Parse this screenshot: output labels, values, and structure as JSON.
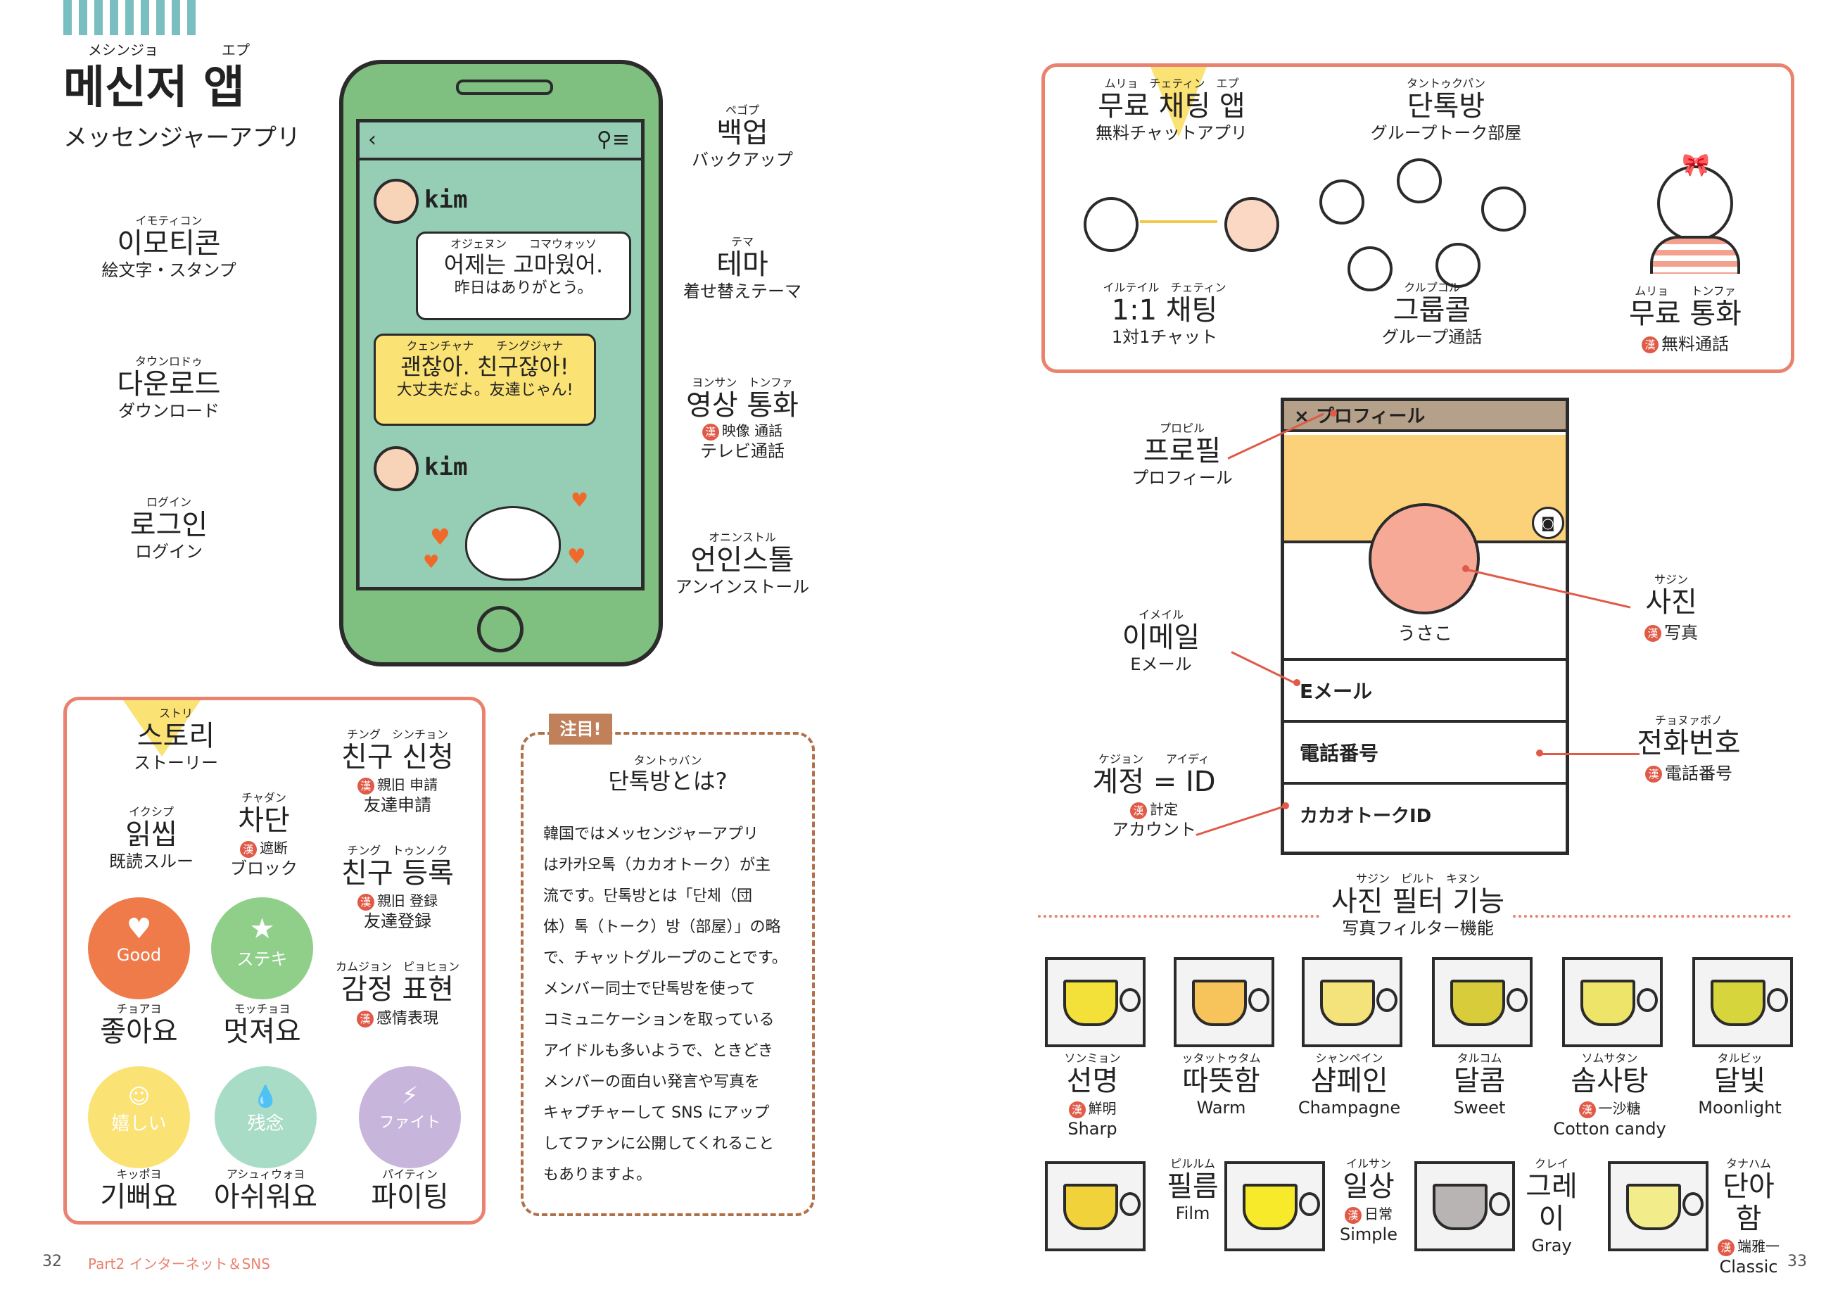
{
  "left_page": {
    "stripes": "||||||||",
    "title": {
      "ruby1": "メシンジョ",
      "ruby2": "エプ",
      "korean": "메신저 앱",
      "japanese": "メッセンジャーアプリ"
    },
    "left_terms": [
      {
        "ruby": "イモティコン",
        "korean": "이모티콘",
        "japanese": "絵文字・スタンプ"
      },
      {
        "ruby": "タウンロドゥ",
        "korean": "다운로드",
        "japanese": "ダウンロード"
      },
      {
        "ruby": "ログイン",
        "korean": "로그인",
        "japanese": "ログイン"
      }
    ],
    "right_terms": [
      {
        "ruby": "ペゴプ",
        "korean": "백업",
        "japanese": "バックアップ"
      },
      {
        "ruby": "テマ",
        "korean": "테마",
        "japanese": "着せ替えテーマ"
      },
      {
        "ruby": "ヨンサン　トンファ",
        "korean": "영상 통화",
        "kanji": "映像 通話",
        "japanese": "テレビ通話"
      },
      {
        "ruby": "オニンストル",
        "korean": "언인스톨",
        "japanese": "アンインストール"
      }
    ],
    "phone": {
      "user1": "kim",
      "user2": "kim",
      "msg1": {
        "ruby": "オジェヌン　　コマウォッソ",
        "korean": "어제는 고마웠어.",
        "japanese": "昨日はありがとう。"
      },
      "msg2": {
        "ruby": "クェンチャナ　　チングジャナ",
        "korean": "괜찮아. 친구잖아!",
        "japanese": "大丈夫だよ。友達じゃん!"
      }
    },
    "story_box": {
      "story": {
        "ruby": "ストリ",
        "korean": "스토리",
        "japanese": "ストーリー"
      },
      "items": [
        {
          "ruby": "チング　シンチョン",
          "korean": "친구 신청",
          "kanji": "親旧 申請",
          "japanese": "友達申請"
        },
        {
          "ruby": "イクシプ",
          "korean": "읽씹",
          "japanese": "既読スルー"
        },
        {
          "ruby": "チャダン",
          "korean": "차단",
          "kanji": "遮断",
          "japanese": "ブロック"
        },
        {
          "ruby": "チング　トゥンノク",
          "korean": "친구 등록",
          "kanji": "親旧 登録",
          "japanese": "友達登録"
        },
        {
          "ruby": "カムジョン　ピョヒョン",
          "korean": "감정 표현",
          "kanji": "感情表現"
        },
        {
          "ruby": "チョアヨ",
          "korean": "좋아요",
          "badge": "Good"
        },
        {
          "ruby": "モッチョヨ",
          "korean": "멋져요",
          "badge": "ステキ"
        },
        {
          "ruby": "キッポヨ",
          "korean": "기뻐요",
          "badge": "嬉しい"
        },
        {
          "ruby": "アシュィウォヨ",
          "korean": "아쉬워요",
          "badge": "残念"
        },
        {
          "ruby": "パイティン",
          "korean": "파이팅",
          "badge": "ファイト"
        }
      ]
    },
    "note": {
      "tag": "注目!",
      "ruby": "タントゥバン",
      "title": "단톡방とは?",
      "body": [
        "韓国ではメッセンジャーアプリ",
        "は카카오톡（カカオトーク）が主",
        "流です。단톡방とは「단체（団",
        "体）톡（トーク）방（部屋）」の略",
        "で、チャットグループのことです。",
        "メンバー同士で단톡방を使って",
        "コミュニケーションを取っている",
        "アイドルも多いようで、ときどき",
        "メンバーの面白い発言や写真を",
        "キャプチャーして SNS にアップ",
        "してファンに公開してくれること",
        "もありますよ。"
      ]
    },
    "footer": {
      "page": "32",
      "section": "Part2 インターネット＆SNS"
    }
  },
  "right_page": {
    "chat_box": {
      "items": [
        {
          "ruby": "ムリョ　チェティン　エプ",
          "korean": "무료 채팅 앱",
          "japanese": "無料チャットアプリ"
        },
        {
          "ruby": "タントゥクパン",
          "korean": "단톡방",
          "japanese": "グループトーク部屋"
        },
        {
          "ruby": "イルテイル　チェティン",
          "korean": "1:1 채팅",
          "japanese": "1対1チャット"
        },
        {
          "ruby": "クルプコル",
          "korean": "그룹콜",
          "japanese": "グループ通話"
        },
        {
          "ruby": "ムリョ　　トンファ",
          "korean": "무료 통화",
          "kanji": "無料通話"
        }
      ]
    },
    "profile": {
      "header": "× プロフィール",
      "name": "うさこ",
      "fields": [
        "Eメール",
        "電話番号",
        "カカオトークID"
      ],
      "labels": [
        {
          "ruby": "プロピル",
          "korean": "프로필",
          "japanese": "プロフィール"
        },
        {
          "ruby": "イメイル",
          "korean": "이메일",
          "japanese": "Eメール"
        },
        {
          "ruby": "ケジョン　　アイディ",
          "korean": "계정 = ID",
          "kanji": "計定",
          "japanese": "アカウント"
        },
        {
          "ruby": "サジン",
          "korean": "사진",
          "kanji": "写真"
        },
        {
          "ruby": "チョヌァボノ",
          "korean": "전화번호",
          "kanji": "電話番号"
        }
      ]
    },
    "filters_title": {
      "ruby": "サジン　ピルト　キヌン",
      "korean": "사진 필터 기능",
      "japanese": "写真フィルター機能"
    },
    "filters": [
      {
        "ruby": "ソンミョン",
        "korean": "선명",
        "kanji": "鮮明",
        "english": "Sharp",
        "color": "#f3e13a"
      },
      {
        "ruby": "ッタットゥタム",
        "korean": "따뜻함",
        "english": "Warm",
        "color": "#f6c45a"
      },
      {
        "ruby": "シャンペイン",
        "korean": "샴페인",
        "english": "Champagne",
        "color": "#f4e27a"
      },
      {
        "ruby": "タルコム",
        "korean": "달콤",
        "english": "Sweet",
        "color": "#d8cc3a"
      },
      {
        "ruby": "ソムサタン",
        "korean": "솜사탕",
        "kanji": "一沙糖",
        "english": "Cotton candy",
        "color": "#eee46a"
      },
      {
        "ruby": "タルビッ",
        "korean": "달빛",
        "english": "Moonlight",
        "color": "#d7d53c"
      },
      {
        "ruby": "ピルルム",
        "korean": "필름",
        "english": "Film",
        "color": "#f2d23a"
      },
      {
        "ruby": "イルサン",
        "korean": "일상",
        "kanji": "日常",
        "english": "Simple",
        "color": "#f6ea2a"
      },
      {
        "ruby": "クレイ",
        "korean": "그레이",
        "english": "Gray",
        "color": "#b8b4b3"
      },
      {
        "ruby": "タナハム",
        "korean": "단아함",
        "kanji": "端雅一",
        "english": "Classic",
        "color": "#f3ec8a"
      }
    ],
    "footer": {
      "page": "33"
    }
  },
  "colors": {
    "accent": "#e9826f",
    "han": "#e05a47",
    "phone": "#7fbf80",
    "screen": "#96cdb5",
    "yellow": "#fbe274"
  }
}
